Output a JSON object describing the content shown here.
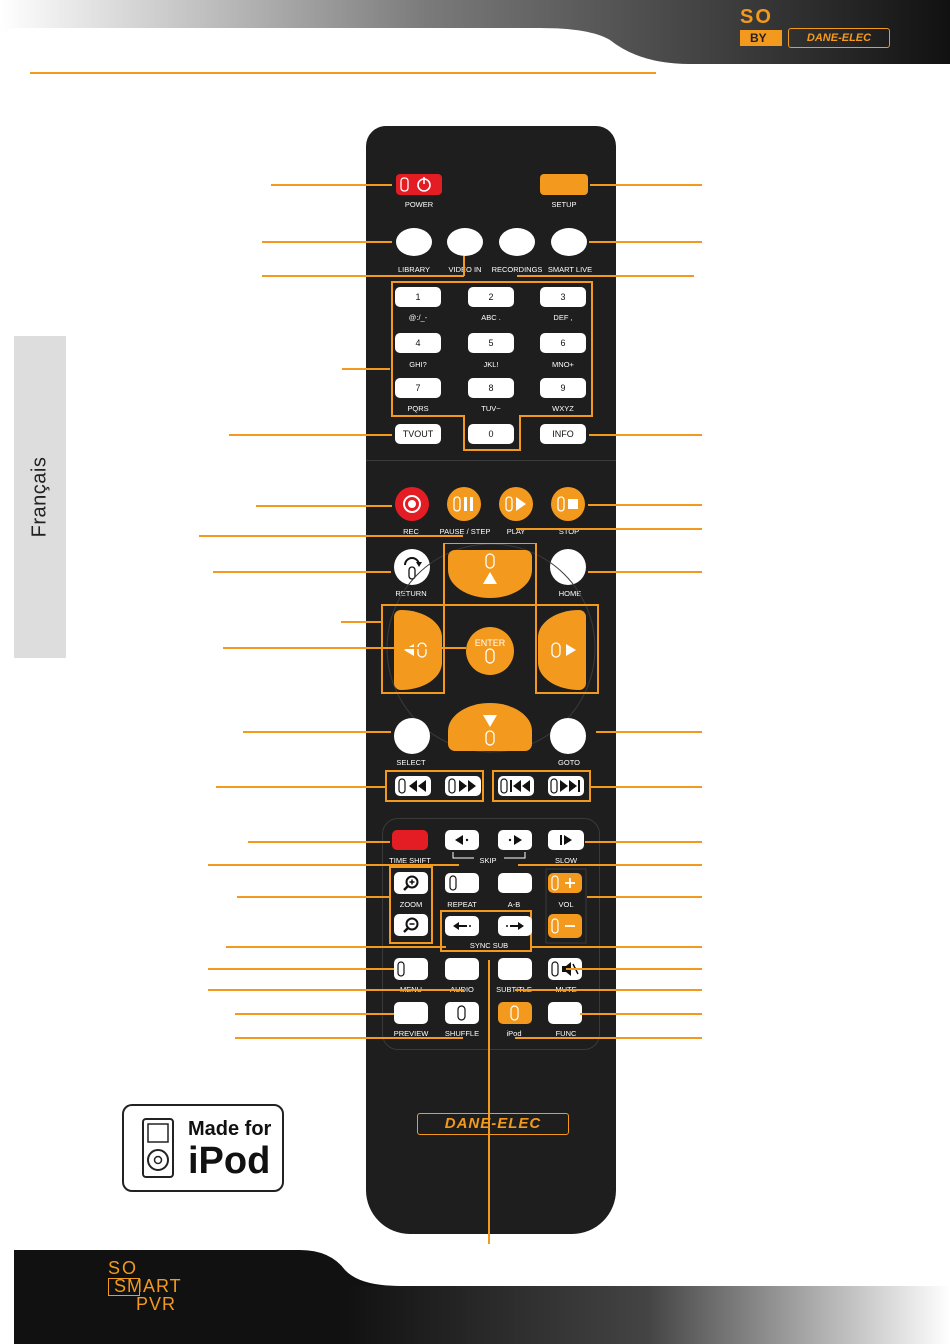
{
  "header": {
    "brand_top": "SO",
    "brand_by": "BY",
    "brand_name": "DANE-ELEC"
  },
  "side_tab": {
    "language": "Français"
  },
  "remote": {
    "logo": "DANE-ELEC",
    "buttons": {
      "power": "POWER",
      "setup": "SETUP",
      "library": "LIBRARY",
      "video_in": "VIDEO IN",
      "recordings": "RECORDINGS",
      "smart_live": "SMART LIVE",
      "tvout": "TVOUT",
      "info": "INFO",
      "rec": "REC",
      "pause_step": "PAUSE / STEP",
      "play": "PLAY",
      "stop": "STOP",
      "return": "RETURN",
      "home": "HOME",
      "enter": "ENTER",
      "select": "SELECT",
      "goto": "GOTO",
      "time_shift": "TIME SHIFT",
      "skip": "SKIP",
      "slow": "SLOW",
      "zoom": "ZOOM",
      "repeat": "REPEAT",
      "a_b": "A-B",
      "vol": "VOL",
      "sync_sub": "SYNC  SUB",
      "menu": "MENU",
      "audio": "AUDIO",
      "subtitle": "SUBTITLE",
      "mute": "MUTE",
      "preview": "PREVIEW",
      "shuffle": "SHUFFLE",
      "ipod": "iPod",
      "func": "FUNC"
    },
    "numpad": [
      {
        "digit": "1",
        "letters": "@:/_-"
      },
      {
        "digit": "2",
        "letters": "ABC ."
      },
      {
        "digit": "3",
        "letters": "DEF ,"
      },
      {
        "digit": "4",
        "letters": "GHI?"
      },
      {
        "digit": "5",
        "letters": "JKL!"
      },
      {
        "digit": "6",
        "letters": "MNO+"
      },
      {
        "digit": "7",
        "letters": "PQRS"
      },
      {
        "digit": "8",
        "letters": "TUV~"
      },
      {
        "digit": "9",
        "letters": "WXYZ"
      },
      {
        "digit": "0",
        "letters": ""
      }
    ]
  },
  "badge": {
    "made_for": "Made for",
    "ipod": "iPod"
  },
  "footer": {
    "line1": "SO",
    "line2": "SMART",
    "line3": "PVR"
  },
  "colors": {
    "accent": "#f39a1e",
    "red": "#e41d24",
    "remote_body": "#1e1e1e"
  }
}
